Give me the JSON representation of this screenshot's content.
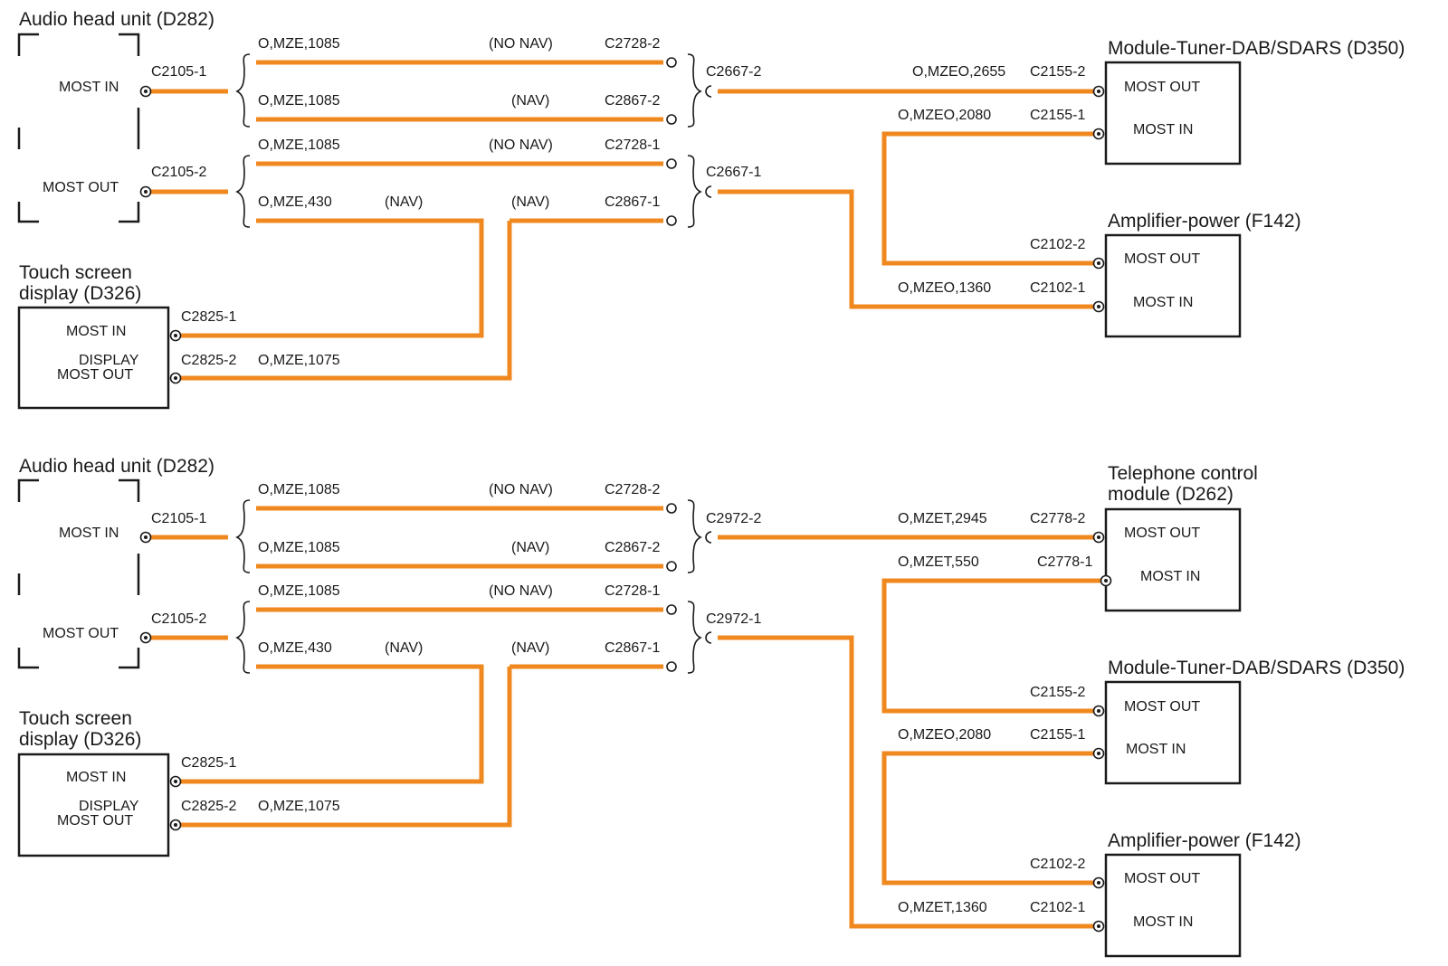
{
  "colors": {
    "wire": "#f08820",
    "ink": "#1a1a1a",
    "background": "#ffffff"
  },
  "top": {
    "head_unit": {
      "title": "Audio head unit (D282)",
      "most_in": "MOST IN",
      "most_out": "MOST OUT",
      "c_in": "C2105-1",
      "c_out": "C2105-2"
    },
    "touch": {
      "title_line1": "Touch screen",
      "title_line2": "display (D326)",
      "most_in": "MOST IN",
      "display": "DISPLAY",
      "most_out": "MOST OUT",
      "c_in": "C2825-1",
      "c_out": "C2825-2",
      "wire_out": "O,MZE,1075"
    },
    "upper_group": {
      "w1": "O,MZE,1085",
      "w1_tag": "(NO NAV)",
      "w1_conn": "C2728-2",
      "w2": "O,MZE,1085",
      "w2_tag": "(NAV)",
      "w2_conn": "C2867-2",
      "out_conn": "C2667-2"
    },
    "lower_group": {
      "w1": "O,MZE,1085",
      "w1_tag": "(NO NAV)",
      "w1_conn": "C2728-1",
      "w2": "O,MZE,430",
      "w2_tag_a": "(NAV)",
      "w2_tag_b": "(NAV)",
      "w2_conn": "C2867-1",
      "out_conn": "C2667-1"
    },
    "tuner": {
      "title": "Module-Tuner-DAB/SDARS (D350)",
      "most_out": "MOST OUT",
      "most_in": "MOST IN",
      "c_out": "C2155-2",
      "c_in": "C2155-1",
      "w_out": "O,MZEO,2655",
      "w_in": "O,MZEO,2080"
    },
    "amp": {
      "title": "Amplifier-power (F142)",
      "most_out": "MOST OUT",
      "most_in": "MOST IN",
      "c_out": "C2102-2",
      "c_in": "C2102-1",
      "w_in": "O,MZEO,1360"
    }
  },
  "bottom": {
    "head_unit": {
      "title": "Audio head unit (D282)",
      "most_in": "MOST IN",
      "most_out": "MOST OUT",
      "c_in": "C2105-1",
      "c_out": "C2105-2"
    },
    "touch": {
      "title_line1": "Touch screen",
      "title_line2": "display (D326)",
      "most_in": "MOST IN",
      "display": "DISPLAY",
      "most_out": "MOST OUT",
      "c_in": "C2825-1",
      "c_out": "C2825-2",
      "wire_out": "O,MZE,1075"
    },
    "upper_group": {
      "w1": "O,MZE,1085",
      "w1_tag": "(NO NAV)",
      "w1_conn": "C2728-2",
      "w2": "O,MZE,1085",
      "w2_tag": "(NAV)",
      "w2_conn": "C2867-2",
      "out_conn": "C2972-2"
    },
    "lower_group": {
      "w1": "O,MZE,1085",
      "w1_tag": "(NO NAV)",
      "w1_conn": "C2728-1",
      "w2": "O,MZE,430",
      "w2_tag_a": "(NAV)",
      "w2_tag_b": "(NAV)",
      "w2_conn": "C2867-1",
      "out_conn": "C2972-1"
    },
    "phone": {
      "title_line1": "Telephone control",
      "title_line2": "module (D262)",
      "most_out": "MOST OUT",
      "most_in": "MOST IN",
      "c_out": "C2778-2",
      "c_in": "C2778-1",
      "w_out": "O,MZET,2945",
      "w_in": "O,MZET,550"
    },
    "tuner": {
      "title": "Module-Tuner-DAB/SDARS (D350)",
      "most_out": "MOST OUT",
      "most_in": "MOST IN",
      "c_out": "C2155-2",
      "c_in": "C2155-1",
      "w_in": "O,MZEO,2080"
    },
    "amp": {
      "title": "Amplifier-power (F142)",
      "most_out": "MOST OUT",
      "most_in": "MOST IN",
      "c_out": "C2102-2",
      "c_in": "C2102-1",
      "w_in": "O,MZET,1360"
    }
  }
}
